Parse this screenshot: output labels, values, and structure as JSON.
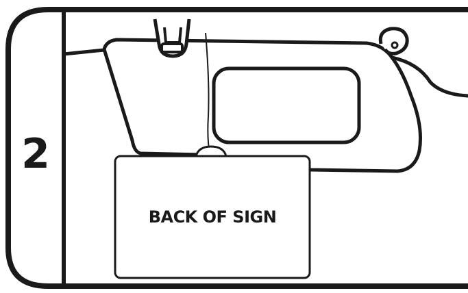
{
  "step": {
    "number": "2"
  },
  "sign": {
    "label": "BACK OF SIGN"
  },
  "colors": {
    "ink": "#1a1a1a",
    "background": "#ffffff",
    "sign_fill": "#ffffff"
  },
  "icons": {
    "visor": "sun-visor-illustration",
    "mirror": "vanity-mirror-illustration",
    "clip": "visor-clip-illustration",
    "hook": "visor-hook-illustration",
    "string": "hanging-string-illustration"
  }
}
